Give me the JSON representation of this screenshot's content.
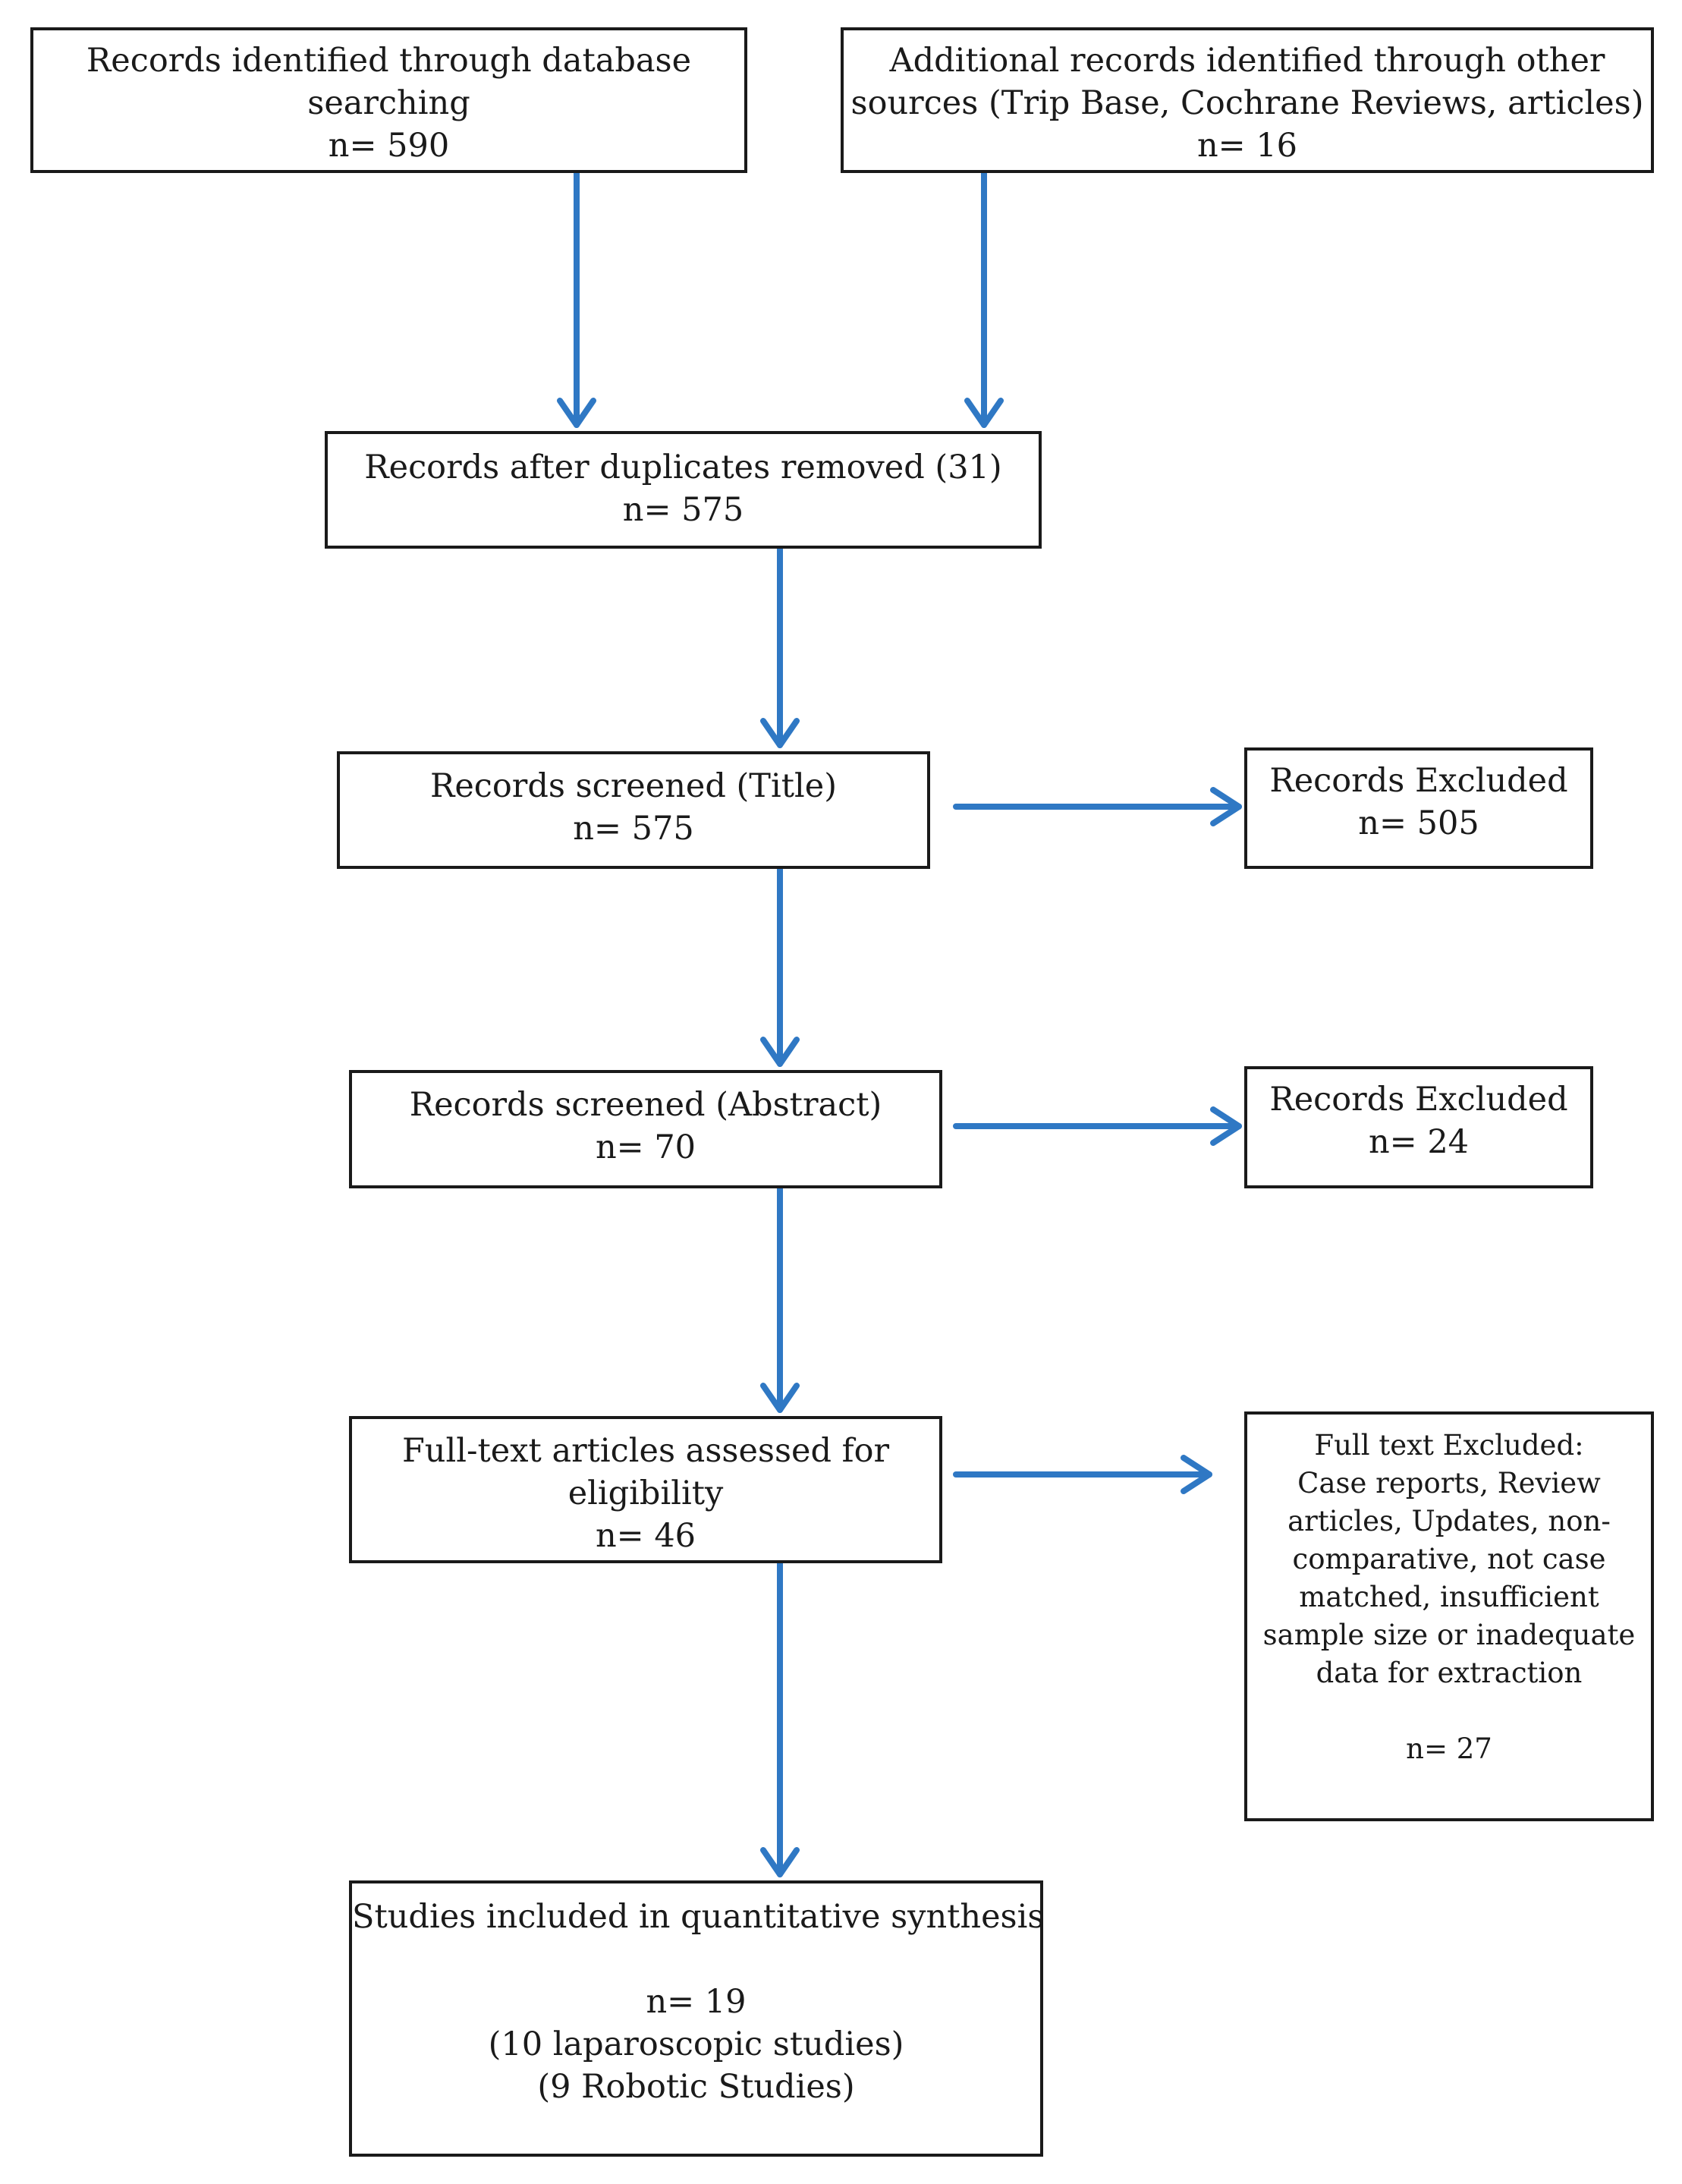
{
  "boxes": {
    "db_search": {
      "lines": [
        "Records identified through database",
        "searching",
        "n= 590"
      ]
    },
    "other_sources": {
      "lines": [
        "Additional records identified through other",
        "sources (Trip Base, Cochrane Reviews, articles)",
        "n= 16"
      ]
    },
    "duplicates_removed": {
      "lines": [
        "Records after duplicates removed (31)",
        "n= 575"
      ]
    },
    "screened_title": {
      "lines": [
        "Records screened (Title)",
        "n= 575"
      ]
    },
    "excluded_title": {
      "lines": [
        "Records Excluded",
        "n= 505"
      ]
    },
    "screened_abstract": {
      "lines": [
        "Records screened (Abstract)",
        "n= 70"
      ]
    },
    "excluded_abstract": {
      "lines": [
        "Records Excluded",
        "n= 24"
      ]
    },
    "fulltext_assessed": {
      "lines": [
        "Full-text articles assessed for",
        "eligibility",
        "n= 46"
      ]
    },
    "fulltext_excluded": {
      "lines": [
        "Full text Excluded:",
        "Case reports, Review",
        "articles, Updates, non-",
        "comparative, not case",
        "matched, insufficient",
        "sample size or inadequate",
        "data for extraction",
        "n= 27"
      ]
    },
    "included": {
      "lines": [
        "Studies included in quantitative synthesis",
        "n= 19",
        "(10 laparoscopic studies)",
        "(9 Robotic Studies)"
      ]
    }
  },
  "colors": {
    "arrow": "#2f78c4",
    "border": "#1a1a1a"
  }
}
